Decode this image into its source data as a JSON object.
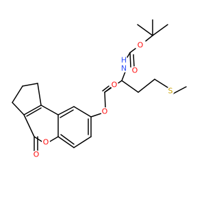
{
  "molecule": {
    "atoms": [
      {
        "id": "O_boc_ether",
        "label": "O",
        "color": "#ff0d0d"
      },
      {
        "id": "N_amine",
        "label": "N",
        "color": "#3050f8"
      },
      {
        "id": "H_amine",
        "label": "H",
        "color": "#3050f8"
      },
      {
        "id": "O_boc_carbonyl",
        "label": "O",
        "color": "#ff0d0d"
      },
      {
        "id": "O_ester_carbonyl",
        "label": "O",
        "color": "#ff0d0d"
      },
      {
        "id": "S_thioether",
        "label": "S",
        "color": "#c8a000"
      },
      {
        "id": "O_ester",
        "label": "O",
        "color": "#ff0d0d"
      },
      {
        "id": "O_ring",
        "label": "O",
        "color": "#ff0d0d"
      },
      {
        "id": "O_lactone_carbonyl",
        "label": "O",
        "color": "#ff0d0d"
      }
    ],
    "bond_color": "#000000"
  }
}
